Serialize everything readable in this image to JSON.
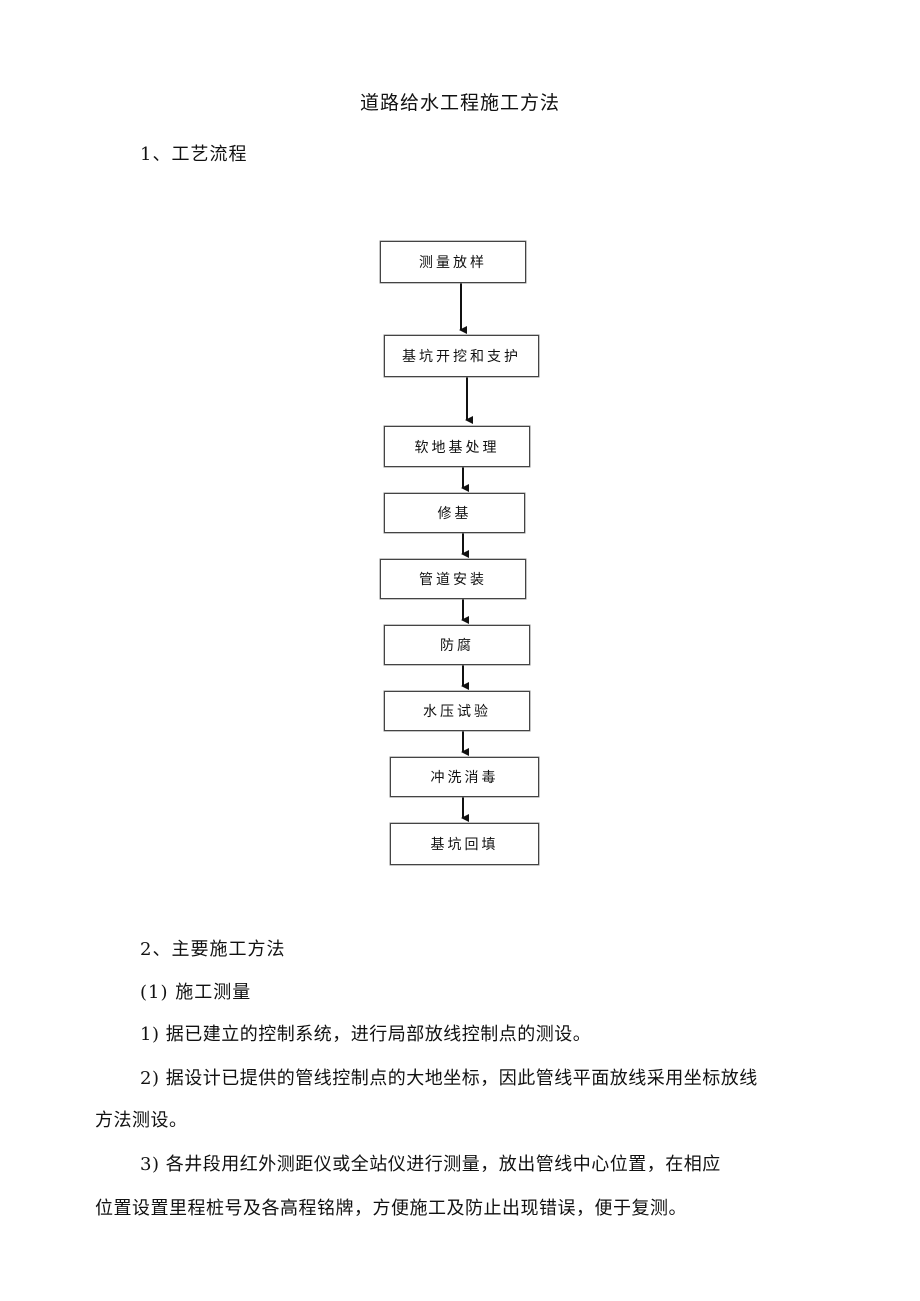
{
  "doc": {
    "title": "道路给水工程施工方法",
    "section1": "1、工艺流程",
    "section2": "2、主要施工方法",
    "subsection1": "(1) 施工测量",
    "para1": "1) 据已建立的控制系统，进行局部放线控制点的测设。",
    "para2_line1": "2) 据设计已提供的管线控制点的大地坐标，因此管线平面放线采用坐标放线",
    "para2_line2": "方法测设。",
    "para3_line1": "3) 各井段用红外测距仪或全站仪进行测量，放出管线中心位置，在相应",
    "para3_line2": "位置设置里程桩号及各高程铭牌，方便施工及防止出现错误，便于复测。"
  },
  "flow": {
    "steps": [
      "测量放样",
      "基坑开挖和支护",
      "软地基处理",
      "修基",
      "管道安装",
      "防腐",
      "水压试验",
      "冲洗消毒",
      "基坑回填"
    ]
  }
}
